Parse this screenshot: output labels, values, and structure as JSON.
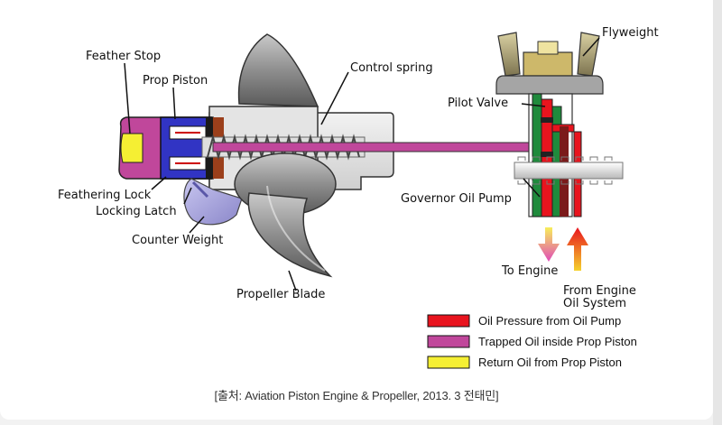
{
  "labels": {
    "feather_stop": "Feather Stop",
    "prop_piston": "Prop Piston",
    "control_spring": "Control spring",
    "flyweight": "Flyweight",
    "pilot_valve": "Pilot Valve",
    "governor_oil_pump": "Governor Oil Pump",
    "feathering_lock": "Feathering Lock",
    "locking_latch": "Locking Latch",
    "counter_weight": "Counter Weight",
    "propeller_blade": "Propeller Blade",
    "to_engine": "To Engine",
    "from_engine_line1": "From Engine",
    "from_engine_line2": "Oil System"
  },
  "legend": {
    "items": [
      {
        "label": "Oil Pressure from Oil Pump",
        "color": "#e8141e"
      },
      {
        "label": "Trapped Oil inside Prop Piston",
        "color": "#c0479b"
      },
      {
        "label": "Return Oil from Prop Piston",
        "color": "#f5ef33"
      }
    ]
  },
  "caption": "[출처: Aviation Piston Engine & Propeller, 2013. 3 전태민]"
}
